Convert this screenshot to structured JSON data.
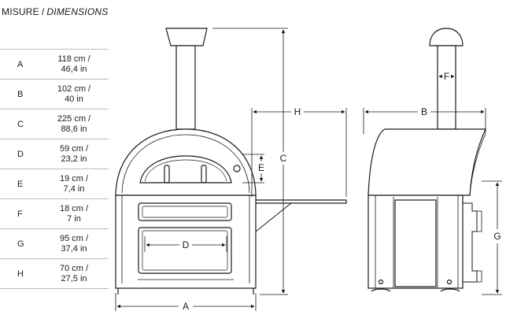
{
  "header": {
    "title_it": "MISURE",
    "separator": "/",
    "title_en": "DIMENSIONS"
  },
  "dimensions": [
    {
      "letter": "A",
      "cm": "118 cm /",
      "inch": "46,4 in"
    },
    {
      "letter": "B",
      "cm": "102 cm /",
      "inch": "40 in"
    },
    {
      "letter": "C",
      "cm": "225 cm /",
      "inch": "88,6 in"
    },
    {
      "letter": "D",
      "cm": "59 cm /",
      "inch": "23,2 in"
    },
    {
      "letter": "E",
      "cm": "19 cm /",
      "inch": "7,4 in"
    },
    {
      "letter": "F",
      "cm": "18 cm /",
      "inch": "7 in"
    },
    {
      "letter": "G",
      "cm": "95 cm /",
      "inch": "37,4 in"
    },
    {
      "letter": "H",
      "cm": "70 cm /",
      "inch": "27,5 in"
    }
  ],
  "drawing_labels": {
    "A": "A",
    "B": "B",
    "C": "C",
    "D": "D",
    "E": "E",
    "F": "F",
    "G": "G",
    "H": "H"
  }
}
